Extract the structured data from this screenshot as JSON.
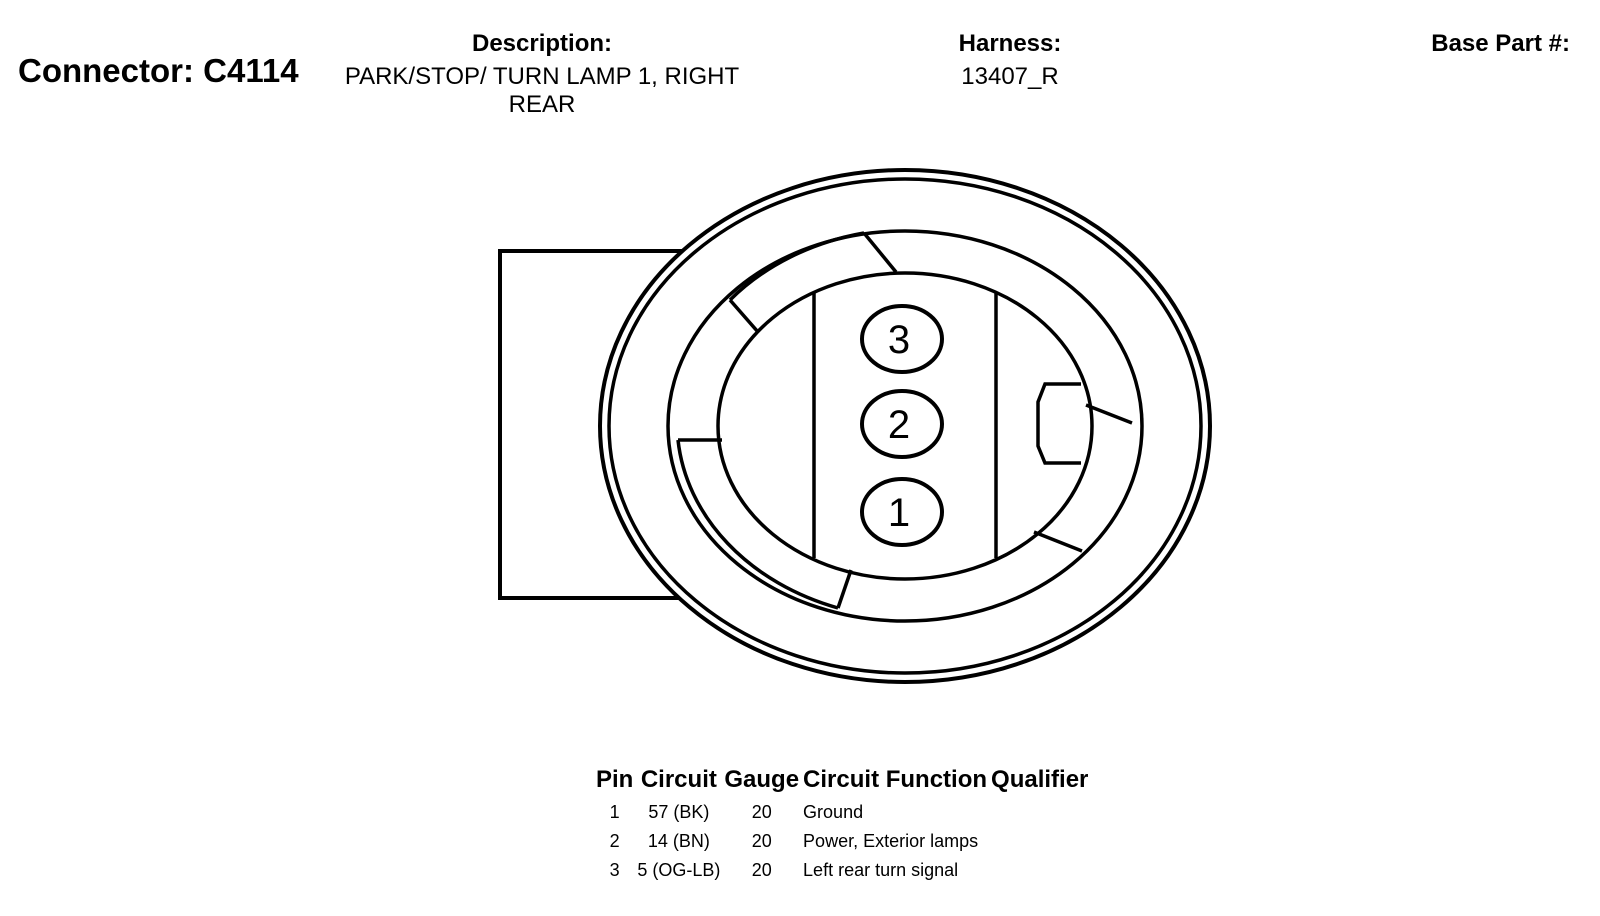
{
  "header": {
    "connector_title": "Connector: C4114",
    "description_label": "Description:",
    "description_value": "PARK/STOP/ TURN LAMP 1, RIGHT REAR",
    "harness_label": "Harness:",
    "harness_value": "13407_R",
    "base_part_label": "Base Part #:"
  },
  "diagram": {
    "pins": [
      {
        "label": "3"
      },
      {
        "label": "2"
      },
      {
        "label": "1"
      }
    ]
  },
  "pin_table": {
    "columns": [
      "Pin",
      "Circuit",
      "Gauge",
      "Circuit Function",
      "Qualifier"
    ],
    "rows": [
      {
        "pin": "1",
        "circuit": "57 (BK)",
        "gauge": "20",
        "function": "Ground",
        "qualifier": ""
      },
      {
        "pin": "2",
        "circuit": "14 (BN)",
        "gauge": "20",
        "function": "Power, Exterior lamps",
        "qualifier": ""
      },
      {
        "pin": "3",
        "circuit": "5 (OG-LB)",
        "gauge": "20",
        "function": "Left rear turn signal",
        "qualifier": ""
      }
    ]
  },
  "colors": {
    "line": "#000000",
    "background": "#ffffff"
  }
}
